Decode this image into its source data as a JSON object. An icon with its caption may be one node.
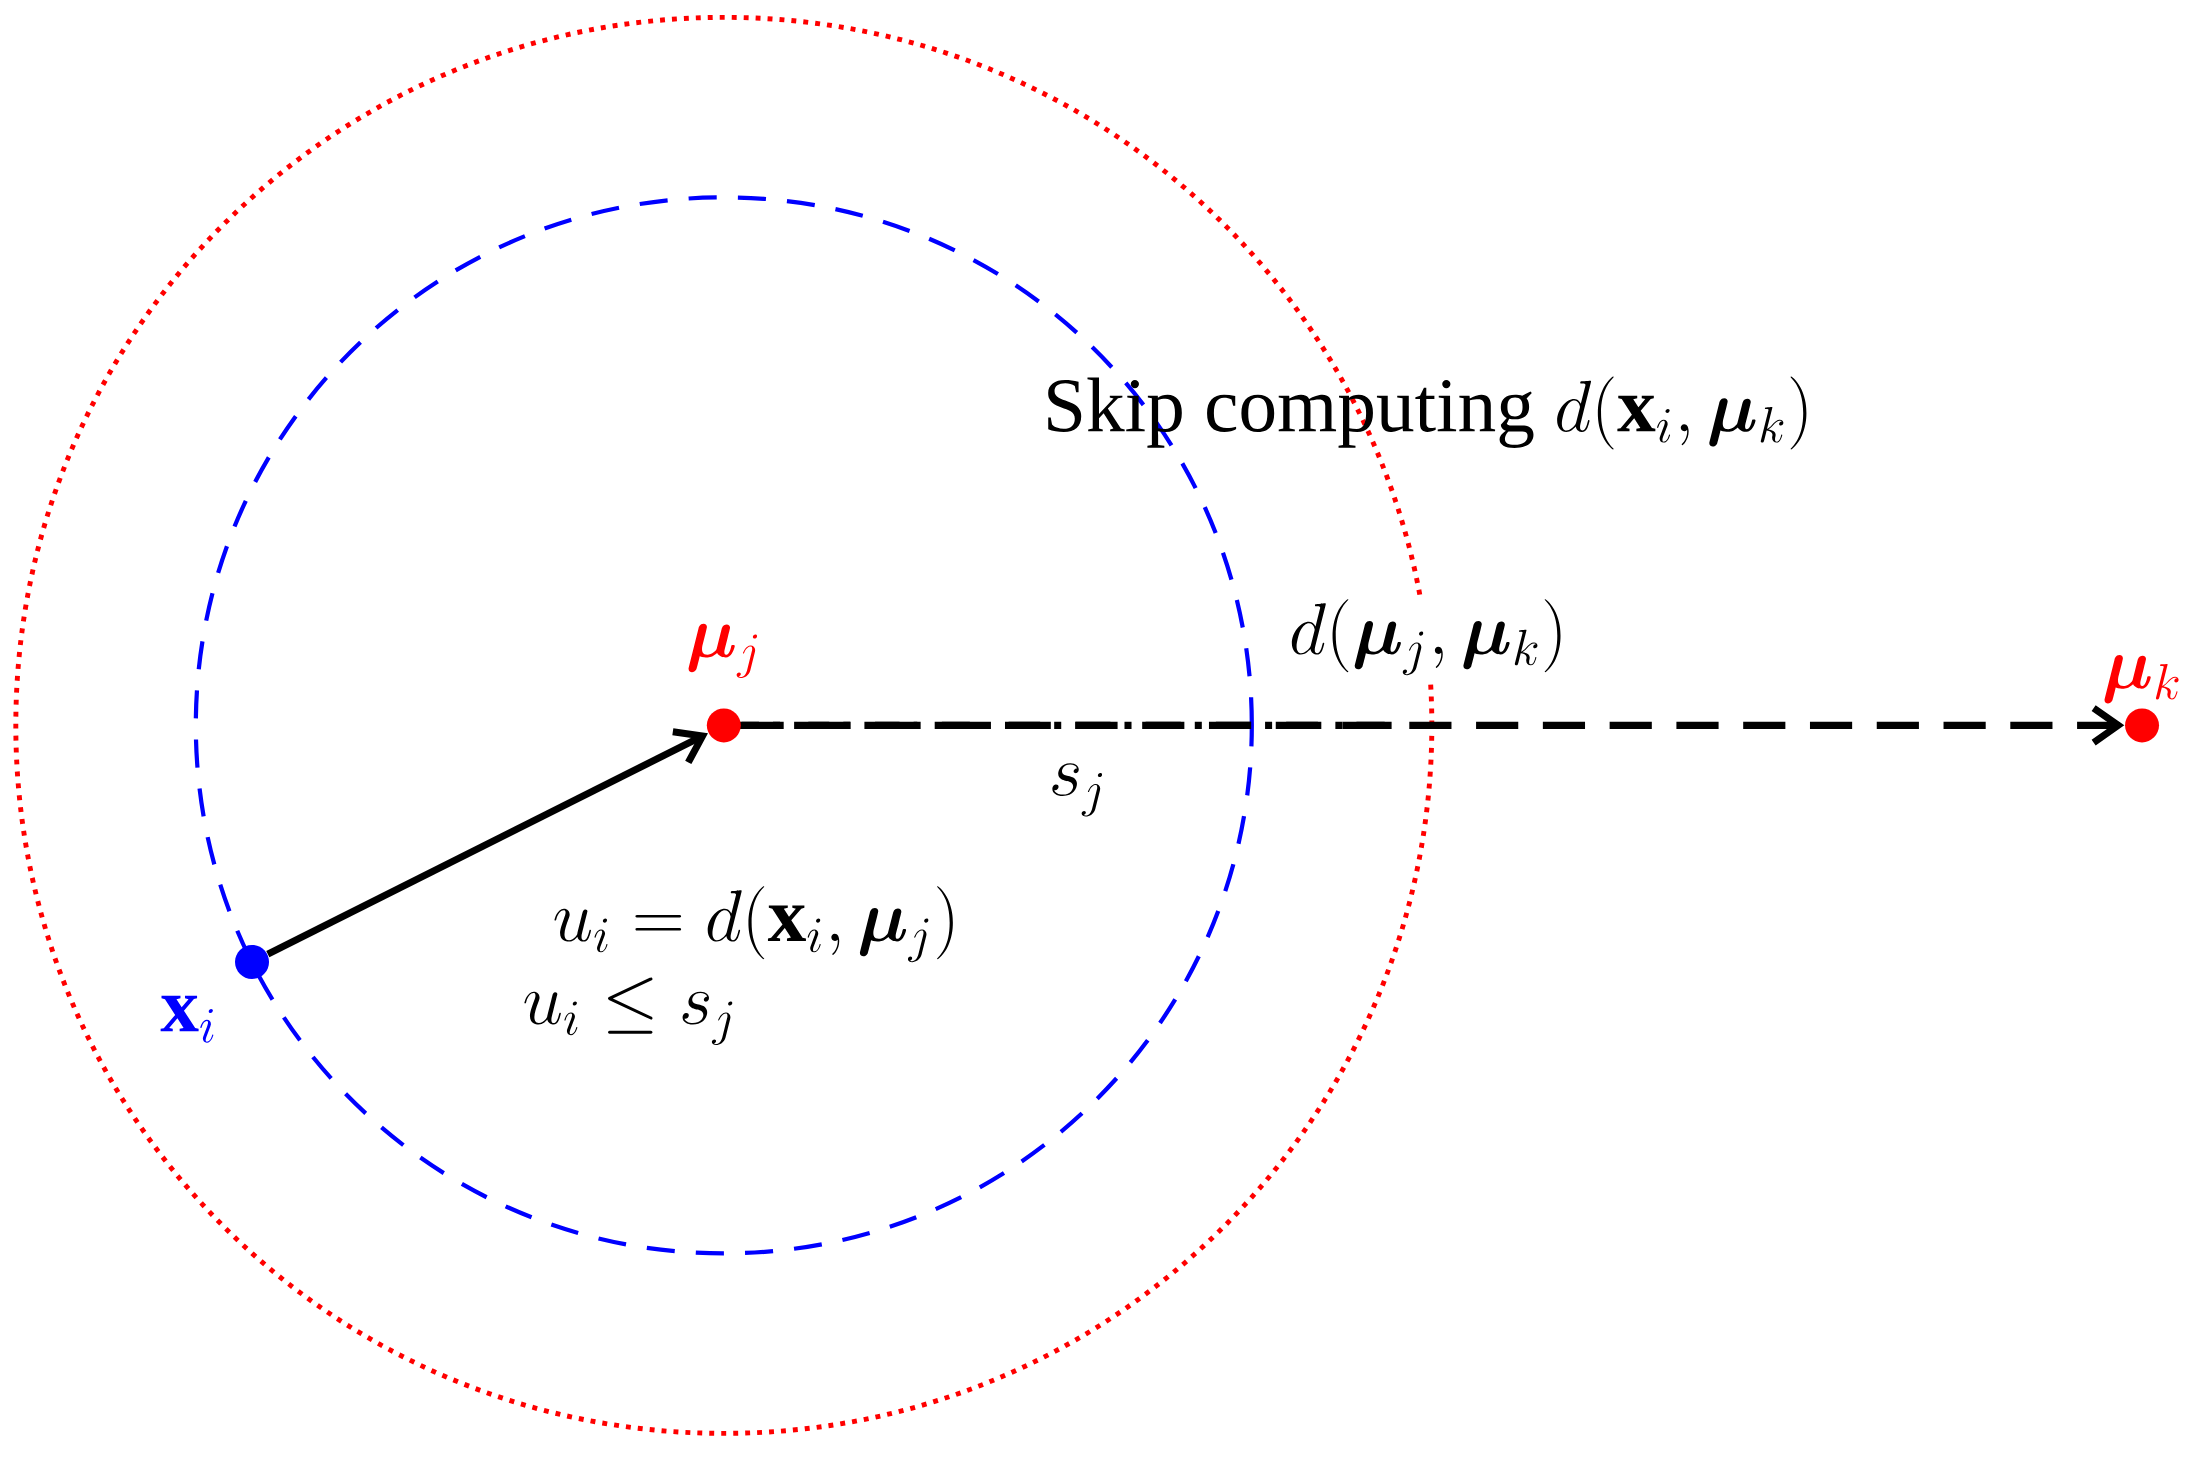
{
  "diagram": {
    "nodes": [
      {
        "text": [
          "\\mathbf{x}_i"
        ]
      },
      {
        "text": [
          "\\bm{\\mu}_j"
        ]
      },
      {
        "text": [
          "\\bm{\\mu}_k"
        ]
      }
    ],
    "edges": [
      {
        "from": 0,
        "to": 1,
        "arrow": "to",
        "label": "u_i = d(\\mathbf{x}_i,\\bm{\\mu}_j)"
      },
      {
        "from": 1,
        "to": 2,
        "arrow": "to",
        "style": "dashed",
        "label": "d(\\bm{\\mu}_j,\\bm{\\mu}_k)"
      }
    ],
    "labels": [
      "\\text{Skip computing } d(\\mathbf{x}_i,\\bm{\\mu}_k)",
      "s_j",
      "u_i \\leq s_j"
    ]
  }
}
